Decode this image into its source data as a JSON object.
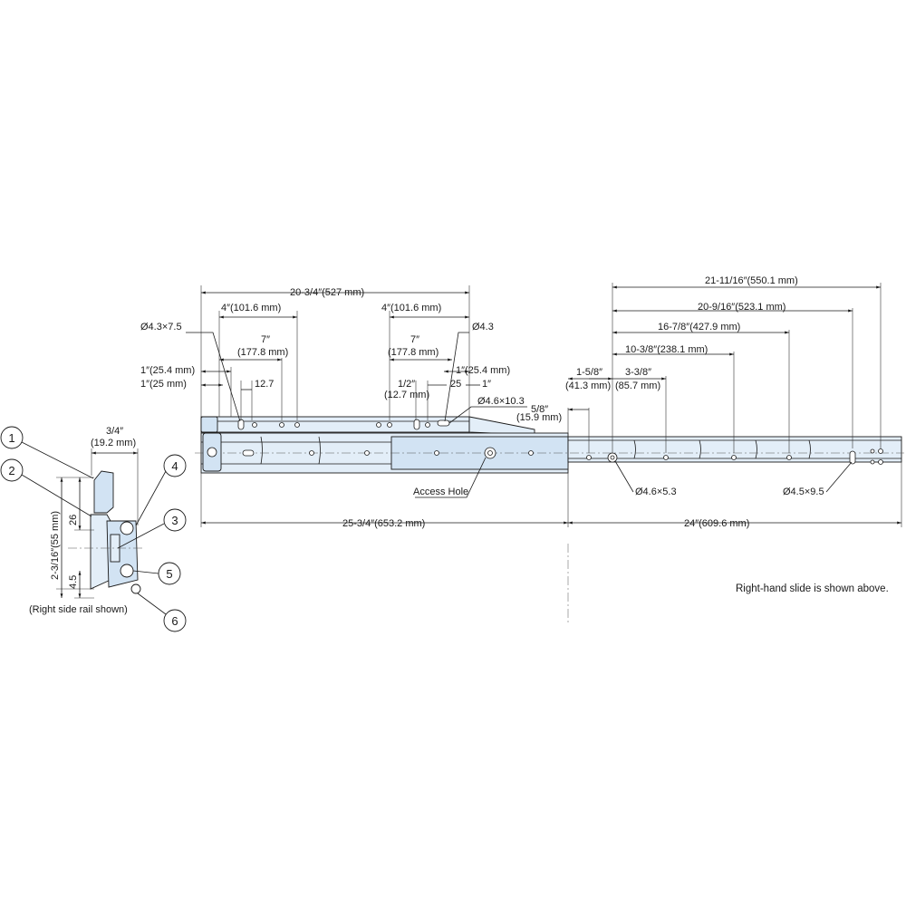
{
  "top_dims": {
    "overall_top": "20-3/4″(527 mm)",
    "left_4in": "4″(101.6 mm)",
    "mid_4in": "4″(101.6 mm)",
    "slot_left": "Ø4.3×7.5",
    "hole_mid": "Ø4.3",
    "left_7in_a": "7″",
    "left_7in_b": "(177.8 mm)",
    "mid_7in_a": "7″",
    "mid_7in_b": "(177.8 mm)",
    "left_1in_a": "1″(25.4 mm)",
    "left_1in_b": "1″(25 mm)",
    "left_12_7": "12.7",
    "mid_1in_a": "1″(25.4 mm)",
    "mid_half_a": "1/2″",
    "mid_half_b": "(12.7 mm)",
    "mid_25": "25",
    "mid_1in_b": "1″",
    "slot_mid": "Ø4.6×10.3",
    "five_eighths_a": "5/8″",
    "five_eighths_b": "(15.9 mm)",
    "access_hole": "Access Hole"
  },
  "right_dims": {
    "d1": "21-11/16″(550.1 mm)",
    "d2": "20-9/16″(523.1 mm)",
    "d3": "16-7/8″(427.9 mm)",
    "d4": "10-3/8″(238.1 mm)",
    "d5a": "1-5/8″",
    "d5b": "(41.3 mm)",
    "d6a": "3-3/8″",
    "d6b": "(85.7 mm)",
    "hole_a": "Ø4.6×5.3",
    "hole_b": "Ø4.5×9.5"
  },
  "bottom_dims": {
    "closed_length": "25-3/4″(653.2 mm)",
    "extension": "24″(609.6 mm)"
  },
  "section": {
    "width_a": "3/4″",
    "width_b": "(19.2 mm)",
    "height": "2-3/16″(55 mm)",
    "h26": "26",
    "h4_5": "4.5",
    "caption": "(Right side rail shown)",
    "callouts": [
      "1",
      "2",
      "3",
      "4",
      "5",
      "6"
    ]
  },
  "footnote": "Right-hand slide is shown above."
}
